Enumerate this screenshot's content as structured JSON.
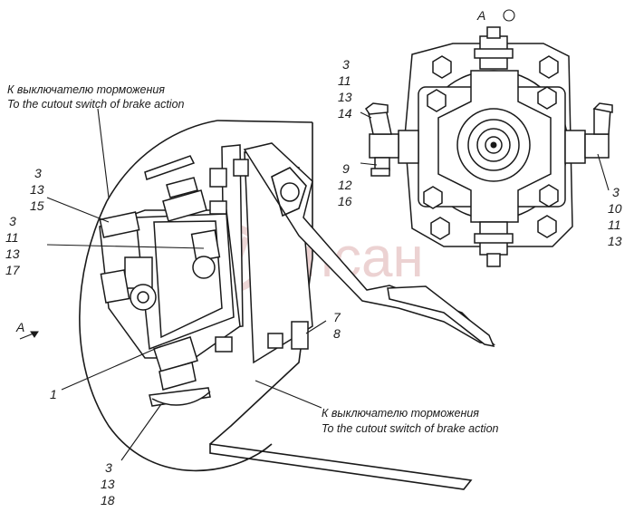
{
  "view_label": "A",
  "direction_label": "A",
  "watermark": "апсан",
  "captions": {
    "top_ru": "К выключателю торможения",
    "top_en": "To the cutout switch of brake action",
    "bottom_ru": "К выключателю торможения",
    "bottom_en": "To the cutout switch of brake action"
  },
  "callouts": {
    "left_a": [
      "3",
      "13",
      "15"
    ],
    "left_b": [
      "3",
      "11",
      "13",
      "17"
    ],
    "part_1": "1",
    "bottom": [
      "3",
      "13",
      "18"
    ],
    "right_78": [
      "7",
      "8"
    ],
    "view_left_top": [
      "3",
      "11",
      "13",
      "14"
    ],
    "view_left_mid": [
      "9",
      "12",
      "16"
    ],
    "view_right": [
      "3",
      "10",
      "11",
      "13"
    ]
  }
}
